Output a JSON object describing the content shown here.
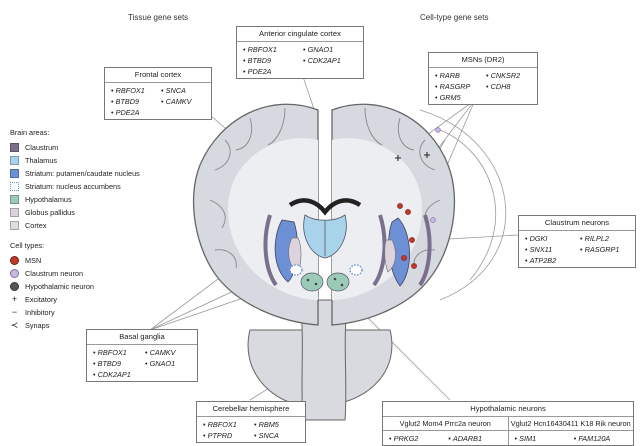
{
  "headers": {
    "tissue": "Tissue gene sets",
    "celltype": "Cell-type gene sets"
  },
  "boxes": {
    "acc": {
      "title": "Anterior cingulate cortex",
      "genes": [
        "RBFOX1",
        "GNAO1",
        "BTBD9",
        "CDK2AP1",
        "PDE2A"
      ]
    },
    "frontal": {
      "title": "Frontal cortex",
      "genes": [
        "RBFOX1",
        "SNCA",
        "BTBD9",
        "CAMKV",
        "PDE2A"
      ]
    },
    "msn": {
      "title": "MSNs (DR2)",
      "genes": [
        "RARB",
        "CNKSR2",
        "RASGRP",
        "CDH8",
        "GRM5"
      ]
    },
    "claustrum": {
      "title": "Claustrum neurons",
      "genes": [
        "DGKI",
        "RILPL2",
        "SNX11",
        "RASGRP1",
        "ATP2B2"
      ]
    },
    "basal": {
      "title": "Basal ganglia",
      "genes": [
        "RBFOX1",
        "CAMKV",
        "BTBD9",
        "GNAO1",
        "CDK2AP1"
      ]
    },
    "cereb": {
      "title": "Cerebellar hemisphere",
      "genes": [
        "RBFOX1",
        "RBM5",
        "PTPRD",
        "SNCA"
      ]
    },
    "hypo": {
      "title": "Hypothalamic neurons",
      "sub1": "Vglut2 Mom4 Prrc2a neuron",
      "sub2": "Vglut2 Hcn16430411 K18 Rik neuron",
      "genes1": [
        "PRKG2",
        "ADARB1"
      ],
      "genes2": [
        "SIM1",
        "FAM120A"
      ]
    }
  },
  "legend": {
    "areas_title": "Brain areas:",
    "areas": [
      {
        "label": "Claustrum",
        "color": "#7b6f8e",
        "pattern": "solid"
      },
      {
        "label": "Thalamus",
        "color": "#a9d3ea",
        "pattern": "solid"
      },
      {
        "label": "Striatum: putamen/caudate nucleus",
        "color": "#6d8fd6",
        "pattern": "solid"
      },
      {
        "label": "Striatum: nucleus accumbens",
        "color": "#6d8fd6",
        "pattern": "dotted"
      },
      {
        "label": "Hypothalamus",
        "color": "#9ccab9",
        "pattern": "solid"
      },
      {
        "label": "Globus pallidus",
        "color": "#ddd3df",
        "pattern": "solid"
      },
      {
        "label": "Cortex",
        "color": "#dcdde0",
        "pattern": "solid"
      }
    ],
    "types_title": "Cell types:",
    "types": [
      {
        "label": "MSN",
        "icon": "msn-dot-icon"
      },
      {
        "label": "Claustrum neuron",
        "icon": "claustrum-neuron-icon"
      },
      {
        "label": "Hypothalamic neuron",
        "icon": "hypothalamic-neuron-icon"
      },
      {
        "label": "Excitatory",
        "icon": "plus-icon"
      },
      {
        "label": "Inhibitory",
        "icon": "minus-icon"
      },
      {
        "label": "Synaps",
        "icon": "synapse-icon"
      }
    ]
  },
  "symbols": {
    "plus": "+",
    "minus": "−",
    "synapse": "≺"
  }
}
